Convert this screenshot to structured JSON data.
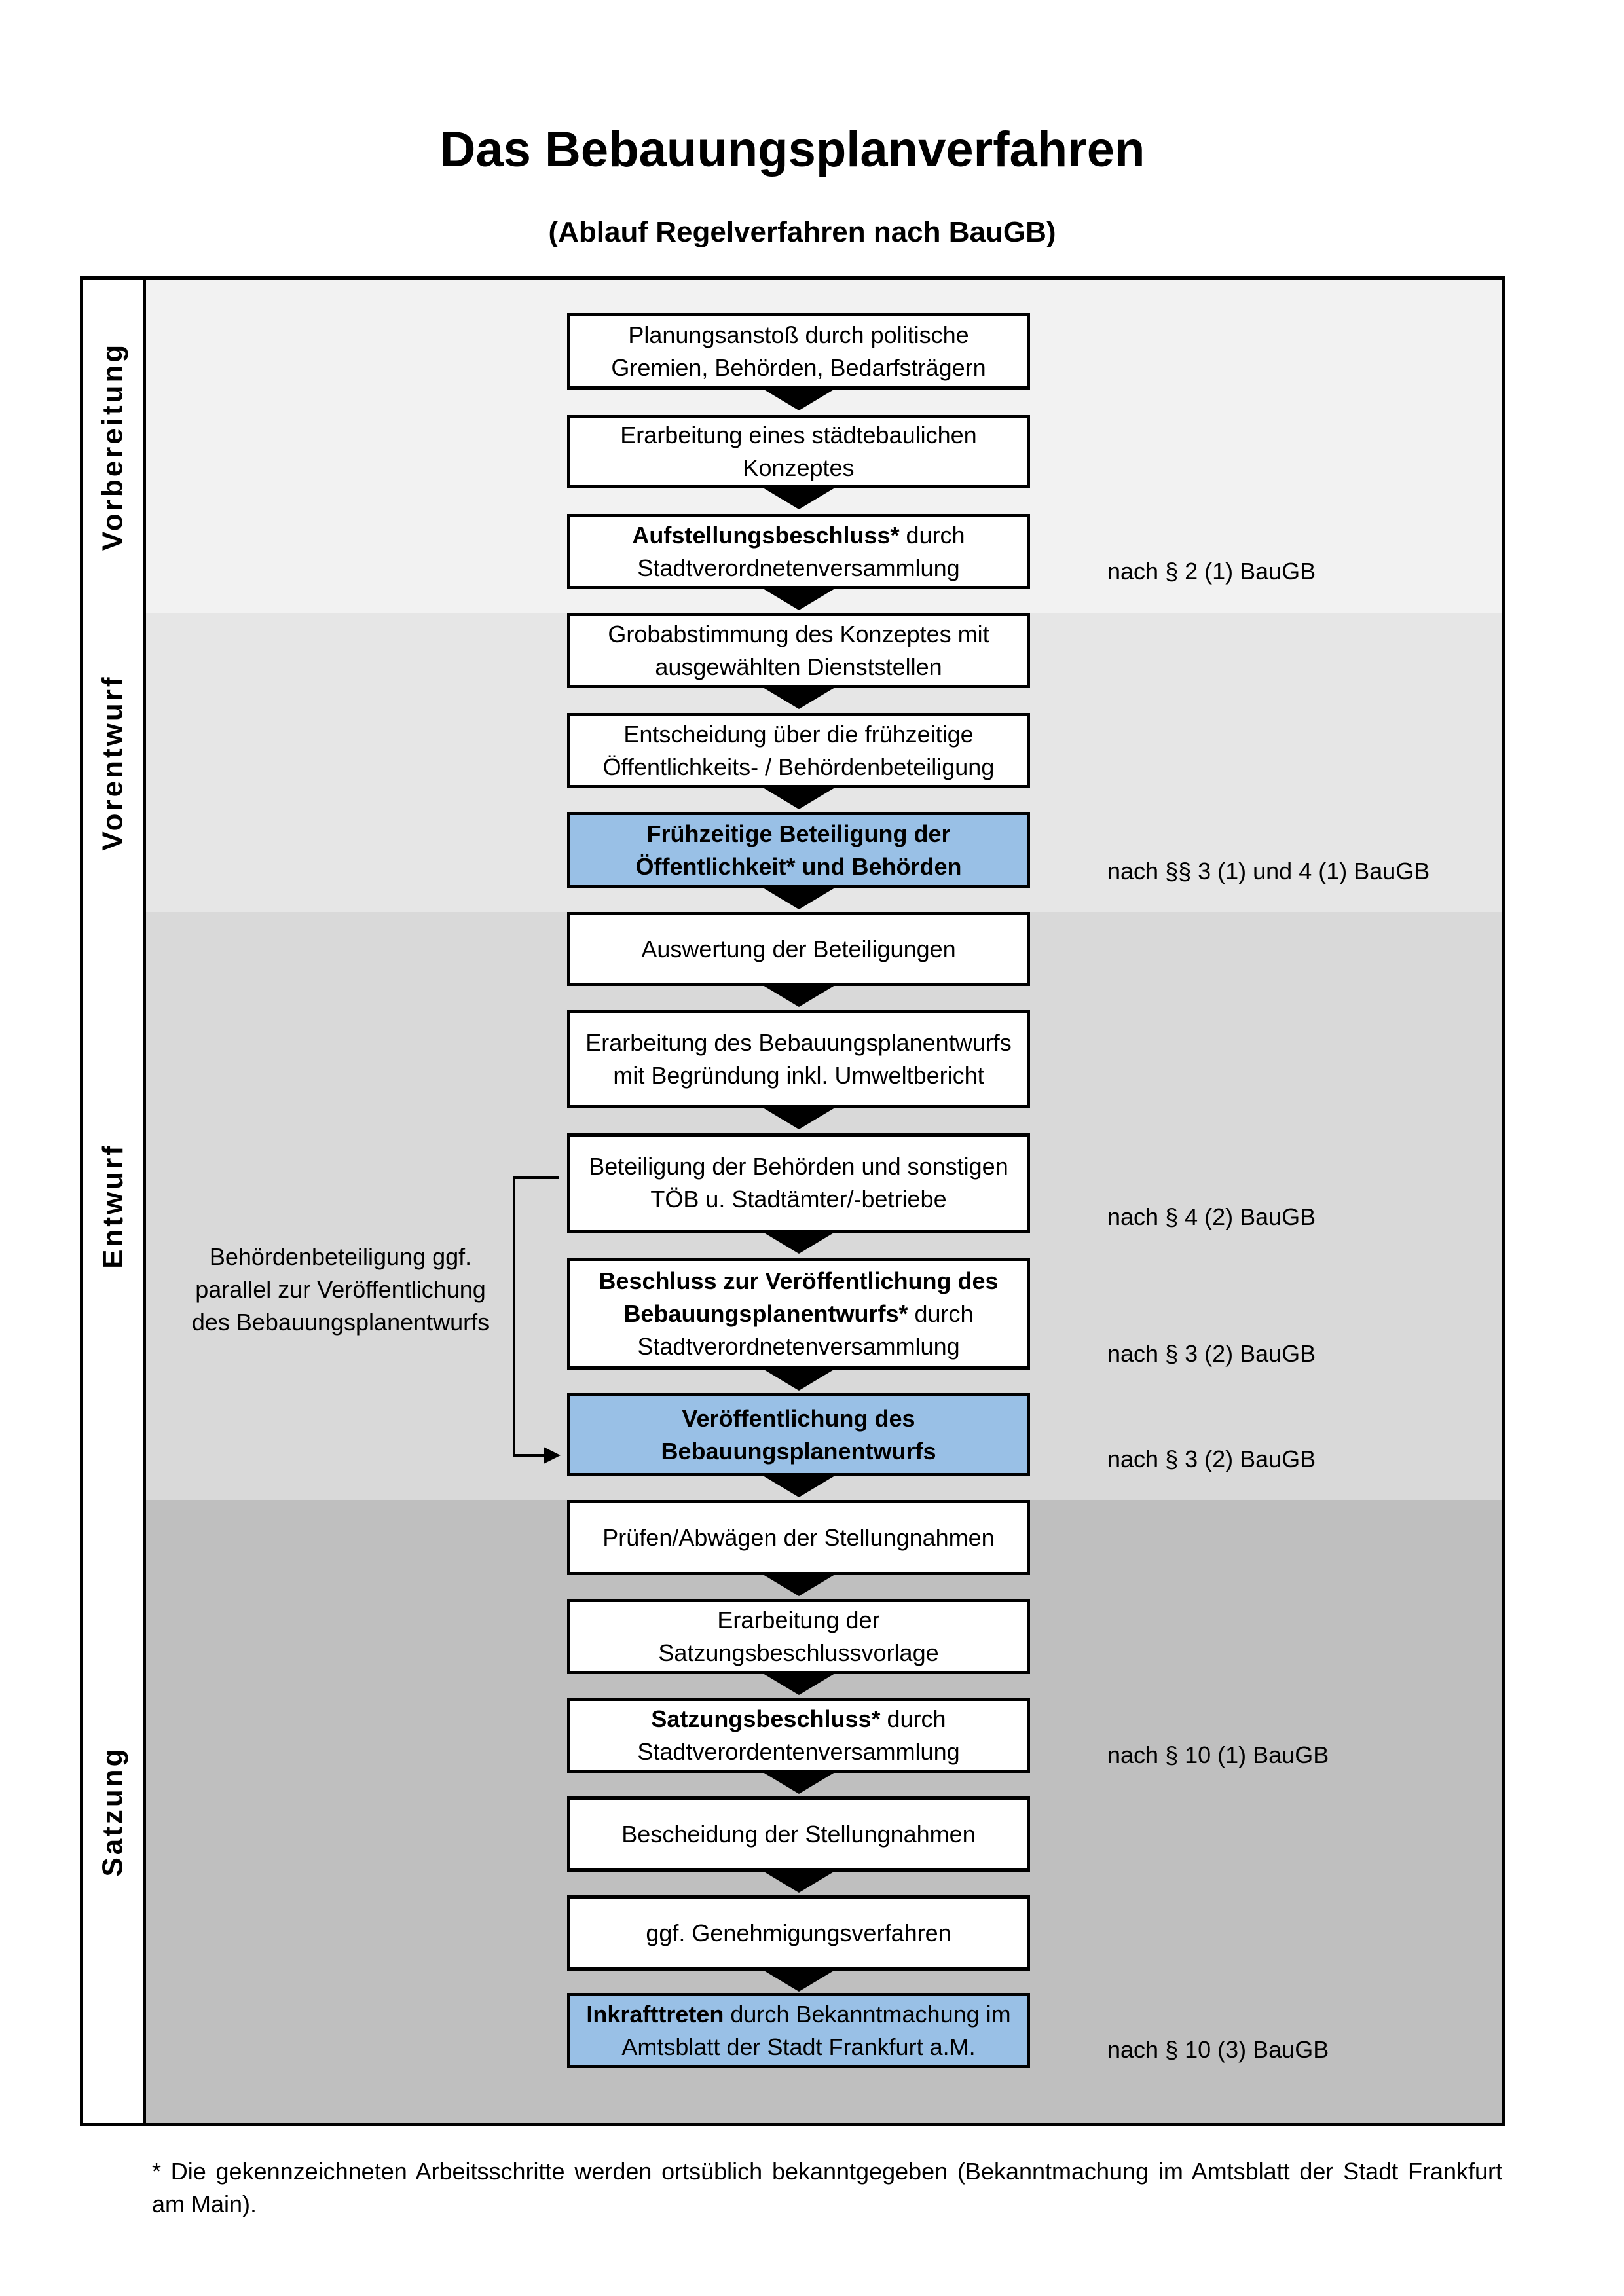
{
  "title": "Das Bebauungsplanverfahren",
  "subtitle": "(Ablauf Regelverfahren nach BauGB)",
  "colors": {
    "vorbereitung": "#f2f2f2",
    "vorentwurf": "#e6e6e6",
    "entwurf": "#d9d9d9",
    "satzung": "#bfbfbf",
    "highlight": "#99c0e6"
  },
  "phases": [
    "Vorbereitung",
    "Vorentwurf",
    "Entwurf",
    "Satzung"
  ],
  "steps": [
    {
      "bold": "",
      "text": "Planungsanstoß durch politische Gremien, Behörden, Bedarfsträgern"
    },
    {
      "bold": "",
      "text": "Erarbeitung eines städtebaulichen Konzeptes"
    },
    {
      "bold": "Aufstellungsbeschluss*",
      "text": " durch Stadtverordnetenversammlung"
    },
    {
      "bold": "",
      "text": "Grobabstimmung des Konzeptes mit ausgewählten Dienststellen"
    },
    {
      "bold": "",
      "text": "Entscheidung über die frühzeitige Öffentlichkeits- / Behördenbeteiligung"
    },
    {
      "bold": "Frühzeitige Beteiligung der Öffentlichkeit* und Behörden",
      "text": ""
    },
    {
      "bold": "",
      "text": "Auswertung der Beteiligungen"
    },
    {
      "bold": "",
      "text": "Erarbeitung des Bebauungsplanentwurfs mit Begründung inkl. Umweltbericht"
    },
    {
      "bold": "",
      "text": "Beteiligung der Behörden und sonstigen TÖB u. Stadtämter/-betriebe"
    },
    {
      "bold": "Beschluss zur Veröffentlichung des Bebauungsplanentwurfs*",
      "text": " durch Stadtverordnetenversammlung"
    },
    {
      "bold": "Veröffentlichung des Bebauungsplanentwurfs",
      "text": ""
    },
    {
      "bold": "",
      "text": "Prüfen/Abwägen der Stellungnahmen"
    },
    {
      "bold": "",
      "text": "Erarbeitung der Satzungsbeschlussvorlage"
    },
    {
      "bold": "Satzungsbeschluss*",
      "text": " durch Stadtverordentenversammlung"
    },
    {
      "bold": "",
      "text": "Bescheidung der Stellungnahmen"
    },
    {
      "bold": "",
      "text": "ggf. Genehmigungsverfahren"
    },
    {
      "bold": "Inkrafttreten",
      "text": " durch Bekanntmachung im Amtsblatt der Stadt Frankfurt a.M."
    }
  ],
  "notes": [
    "nach § 2 (1) BauGB",
    "nach §§ 3 (1) und 4 (1) BauGB",
    "nach § 4 (2) BauGB",
    "nach § 3 (2) BauGB",
    "nach § 3 (2) BauGB",
    "nach § 10 (1) BauGB",
    "nach § 10 (3) BauGB"
  ],
  "side_note": "Behördenbeteiligung ggf. parallel zur Veröffentlichung des Bebauungsplanentwurfs",
  "footnote": "* Die gekennzeichneten Arbeitsschritte werden ortsüblich bekanntgegeben (Bekanntmachung im Amtsblatt  der Stadt Frankfurt am Main)."
}
